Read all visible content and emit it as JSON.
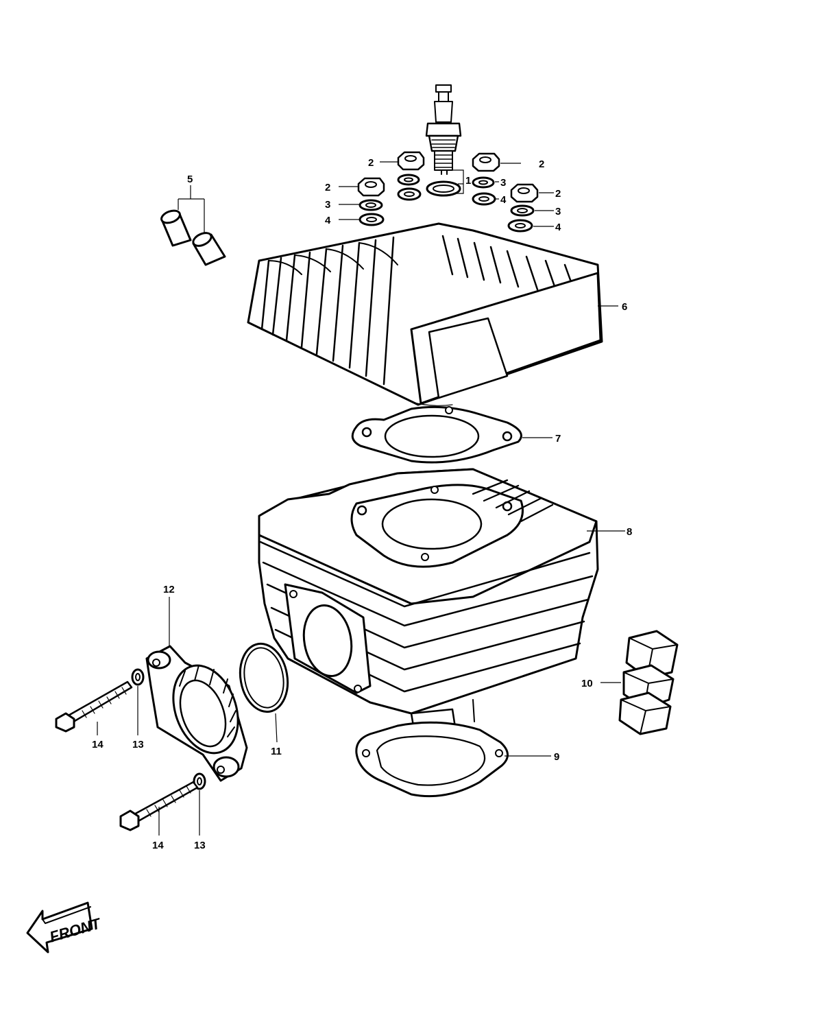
{
  "diagram": {
    "orientation_text": "FRONT",
    "colors": {
      "ink": "#000000",
      "paper": "#ffffff"
    },
    "parts": [
      {
        "id": "spark-plug-1",
        "text": "1"
      },
      {
        "id": "nut-2-a",
        "text": "2"
      },
      {
        "id": "nut-2-b",
        "text": "2"
      },
      {
        "id": "nut-2-c",
        "text": "2"
      },
      {
        "id": "nut-2-d",
        "text": "2"
      },
      {
        "id": "washer-3-a",
        "text": "3"
      },
      {
        "id": "washer-3-b",
        "text": "3"
      },
      {
        "id": "washer-3-c",
        "text": "3"
      },
      {
        "id": "washer-4-a",
        "text": "4"
      },
      {
        "id": "washer-4-b",
        "text": "4"
      },
      {
        "id": "washer-4-c",
        "text": "4"
      },
      {
        "id": "dowel-pin-5",
        "text": "5"
      },
      {
        "id": "cylinder-head-6",
        "text": "6"
      },
      {
        "id": "head-gasket-7",
        "text": "7"
      },
      {
        "id": "cylinder-8",
        "text": "8"
      },
      {
        "id": "base-gasket-9",
        "text": "9"
      },
      {
        "id": "reed-valve-10",
        "text": "10"
      },
      {
        "id": "o-ring-11",
        "text": "11"
      },
      {
        "id": "intake-manifold-12",
        "text": "12"
      },
      {
        "id": "washer-13-a",
        "text": "13"
      },
      {
        "id": "washer-13-b",
        "text": "13"
      },
      {
        "id": "bolt-14-a",
        "text": "14"
      },
      {
        "id": "bolt-14-b",
        "text": "14"
      }
    ]
  }
}
